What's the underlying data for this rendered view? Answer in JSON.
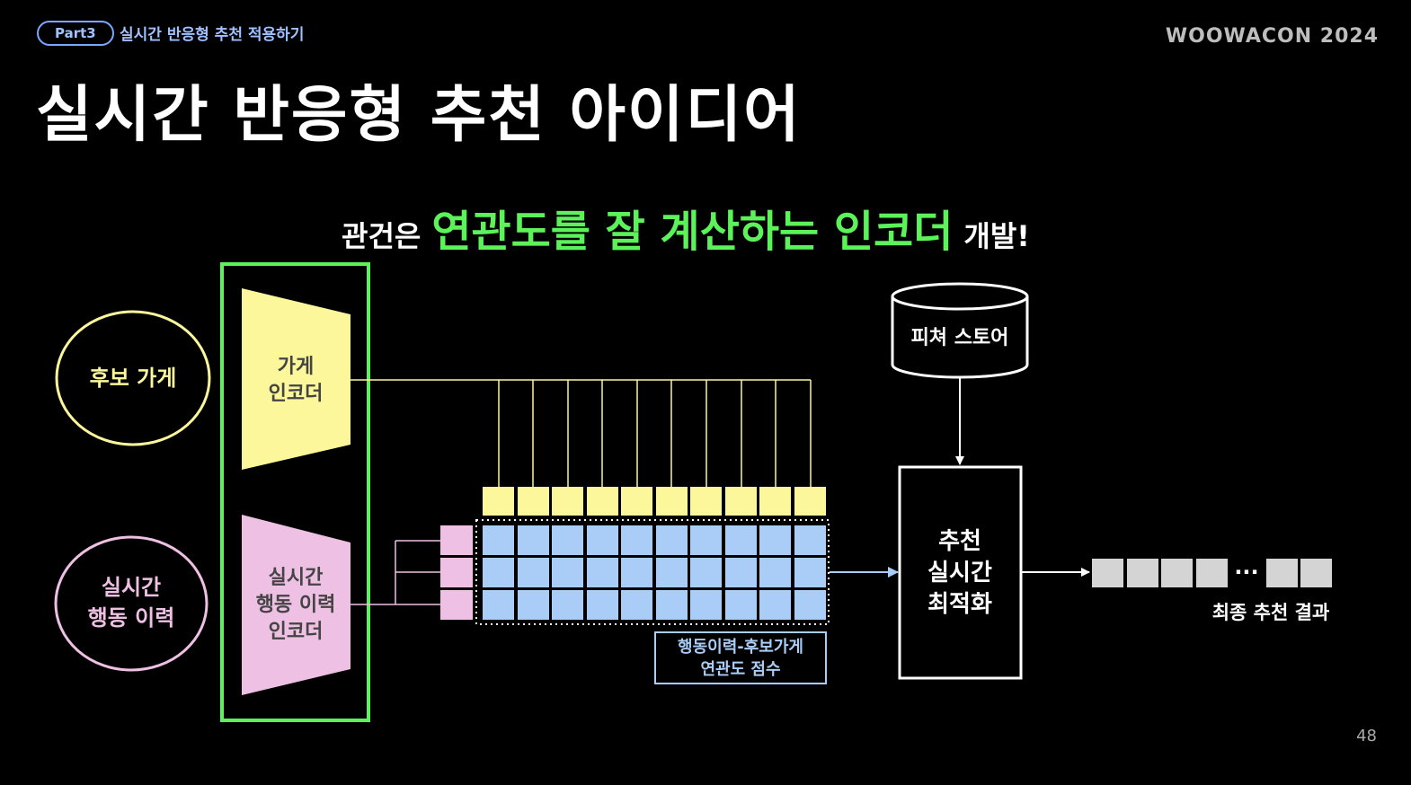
{
  "header": {
    "part_badge": "Part3",
    "section_title": "실시간 반응형 추천 적용하기",
    "brand": "WOOWACON 2024",
    "title": "실시간 반응형 추천 아이디어"
  },
  "headline": {
    "pre": "관건은",
    "highlight": "연관도를 잘 계산하는 인코더",
    "post": "개발!"
  },
  "diagram": {
    "candidate_store": "후보 가게",
    "realtime_history_line1": "실시간",
    "realtime_history_line2": "행동 이력",
    "store_encoder_line1": "가게",
    "store_encoder_line2": "인코더",
    "history_encoder_line1": "실시간",
    "history_encoder_line2": "행동 이력",
    "history_encoder_line3": "인코더",
    "feature_store": "피쳐 스토어",
    "optimizer_line1": "추천",
    "optimizer_line2": "실시간",
    "optimizer_line3": "최적화",
    "score_label_line1": "행동이력-후보가게",
    "score_label_line2": "연관도 점수",
    "ellipsis": "···",
    "final_result": "최종 추천 결과"
  },
  "colors": {
    "yellow": "#fbf79a",
    "pink": "#eec0e4",
    "blue": "#a9cdf7",
    "green": "#5cf35a",
    "gray": "#d4d4d4"
  },
  "footer": {
    "page_number": "48"
  }
}
